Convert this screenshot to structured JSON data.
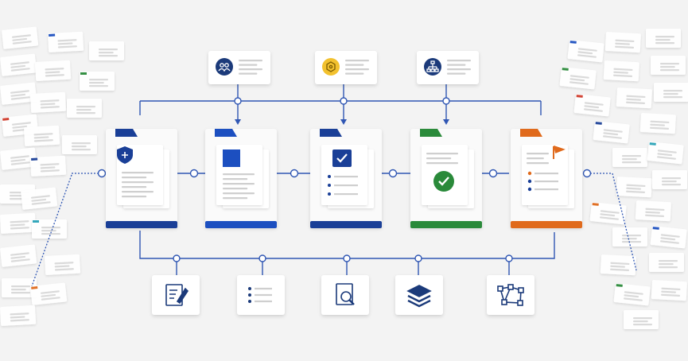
{
  "colors": {
    "background": "#f3f3f3",
    "connector": "#2f56b3",
    "node_fill": "#ffffff",
    "navy": "#1a3f97",
    "blue": "#1c4fc0",
    "green": "#2a8a3a",
    "orange": "#e06a1c",
    "dark_navy": "#1b3a7a",
    "gold": "#f2c12e",
    "text_line": "#cfcfcf"
  },
  "top_nodes": [
    {
      "id": "team",
      "icon": "people-icon",
      "badge_color": "#1b3a7a"
    },
    {
      "id": "integration",
      "icon": "hexagon-network-icon",
      "badge_color": "#f2c12e"
    },
    {
      "id": "hierarchy",
      "icon": "org-chart-icon",
      "badge_color": "#1b3a7a"
    }
  ],
  "stages": [
    {
      "id": "security",
      "accent": "#1a3f97",
      "icon": "shield-plus-icon"
    },
    {
      "id": "documents",
      "accent": "#1c4fc0",
      "icon": "document-stack-icon"
    },
    {
      "id": "review",
      "accent": "#1a3f97",
      "icon": "checkbox-list-icon"
    },
    {
      "id": "approval",
      "accent": "#2a8a3a",
      "icon": "check-circle-icon"
    },
    {
      "id": "flagged",
      "accent": "#e06a1c",
      "icon": "flag-list-icon"
    }
  ],
  "bottom_nodes": [
    {
      "id": "edit",
      "icon": "edit-document-icon"
    },
    {
      "id": "list",
      "icon": "bullet-list-icon"
    },
    {
      "id": "inspect",
      "icon": "document-search-icon"
    },
    {
      "id": "layers",
      "icon": "layers-icon"
    },
    {
      "id": "graph",
      "icon": "network-graph-icon"
    }
  ],
  "side_card_accents": [
    "#1c4fc0",
    "#2a8a3a",
    "#d03a2a",
    "#1a3f97",
    "#2aa3b8",
    "#e06a1c"
  ]
}
